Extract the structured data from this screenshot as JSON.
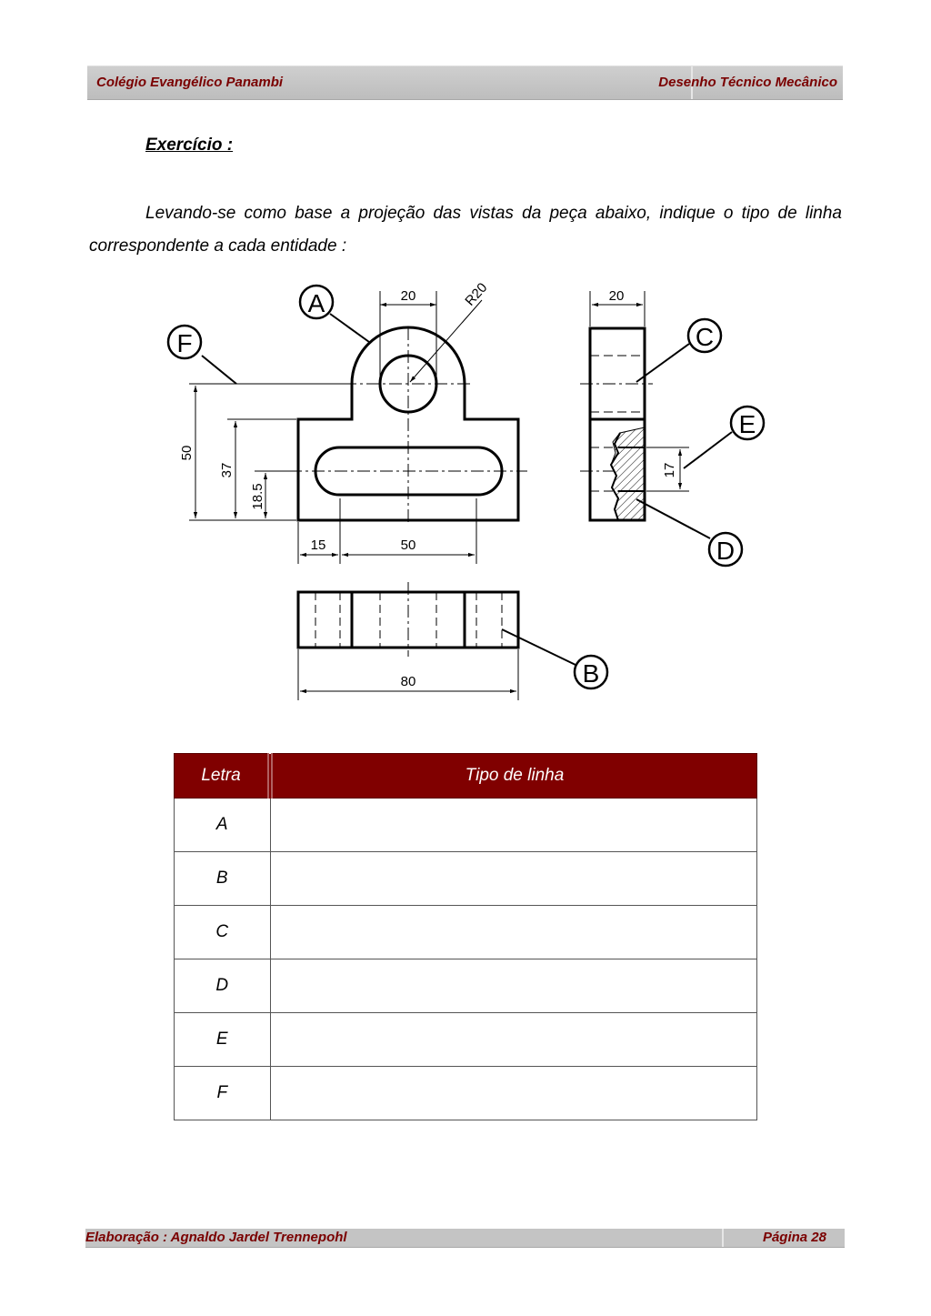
{
  "header": {
    "left": "Colégio Evangélico Panambi",
    "right": "Desenho Técnico Mecânico"
  },
  "title": "Exercício :",
  "instruction": "Levando-se como base a projeção das vistas da peça abaixo, indique o tipo de linha correspondente a cada entidade :",
  "drawing": {
    "labels": [
      "A",
      "B",
      "C",
      "D",
      "E",
      "F"
    ],
    "dimensions": {
      "d20_front": "20",
      "radius": "R20",
      "d20_side": "20",
      "d50_height": "50",
      "d37": "37",
      "d18_5": "18.5",
      "d15": "15",
      "d50_width": "50",
      "d80": "80",
      "d17": "17"
    }
  },
  "table": {
    "headers": [
      "Letra",
      "Tipo de linha"
    ],
    "rows": [
      {
        "letter": "A",
        "value": ""
      },
      {
        "letter": "B",
        "value": ""
      },
      {
        "letter": "C",
        "value": ""
      },
      {
        "letter": "D",
        "value": ""
      },
      {
        "letter": "E",
        "value": ""
      },
      {
        "letter": "F",
        "value": ""
      }
    ]
  },
  "footer": {
    "left": "Elaboração : Agnaldo Jardel Trennepohl",
    "right": "Página 28"
  }
}
